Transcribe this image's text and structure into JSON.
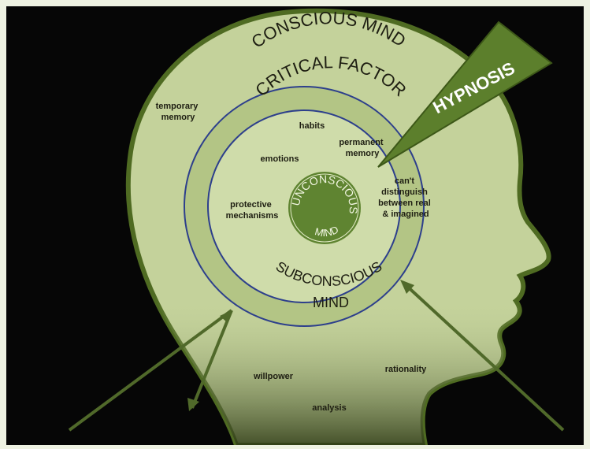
{
  "labels": {
    "conscious_mind": "CONSCIOUS MIND",
    "critical_factor": "CRITICAL FACTOR",
    "hypnosis": "HYPNOSIS",
    "unconscious": "UNCONSCIOUS",
    "unconscious_mind": "MIND",
    "subconscious": "SUBCONSCIOUS",
    "subconscious_mind": "MIND",
    "temporary_memory": [
      "temporary",
      "memory"
    ],
    "habits": "habits",
    "permanent_memory": [
      "permanent",
      "memory"
    ],
    "emotions": "emotions",
    "cant_distinguish": [
      "can't",
      "distinguish",
      "between real",
      "& imagined"
    ],
    "protective_mechanisms": [
      "protective",
      "mechanisms"
    ],
    "willpower": "willpower",
    "rationality": "rationality",
    "analysis": "analysis"
  },
  "colors": {
    "frame": "#eef2e2",
    "background": "#060606",
    "head_fill": "#c4d29b",
    "head_outline": "#4f6b22",
    "ring_outline": "#2d3f8c",
    "critical_band": "#b3c585",
    "subconscious_fill": "#cfdcaa",
    "unconscious_fill": "#5f8431",
    "hypnosis_fill": "#5c7f2c",
    "arrow": "#50692a"
  }
}
